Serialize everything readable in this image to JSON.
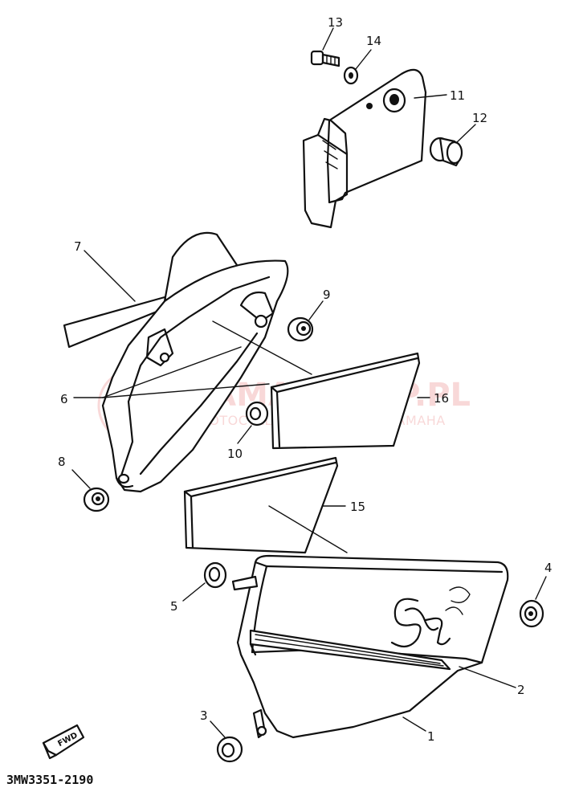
{
  "diagram": {
    "part_code": "3MW3351-2190",
    "fwd_label": "FWD",
    "watermark": {
      "title": "YAMA-SKLEP.PL",
      "subtitle": "MOTOCYKLOWICZ I DEALER YAMAHA"
    },
    "callouts": [
      {
        "id": "1",
        "label": "1"
      },
      {
        "id": "2",
        "label": "2"
      },
      {
        "id": "3",
        "label": "3"
      },
      {
        "id": "4",
        "label": "4"
      },
      {
        "id": "5",
        "label": "5"
      },
      {
        "id": "6",
        "label": "6"
      },
      {
        "id": "7",
        "label": "7"
      },
      {
        "id": "8",
        "label": "8"
      },
      {
        "id": "9",
        "label": "9"
      },
      {
        "id": "10",
        "label": "10"
      },
      {
        "id": "11",
        "label": "11"
      },
      {
        "id": "12",
        "label": "12"
      },
      {
        "id": "13",
        "label": "13"
      },
      {
        "id": "14",
        "label": "14"
      },
      {
        "id": "15",
        "label": "15"
      },
      {
        "id": "16",
        "label": "16"
      }
    ]
  }
}
